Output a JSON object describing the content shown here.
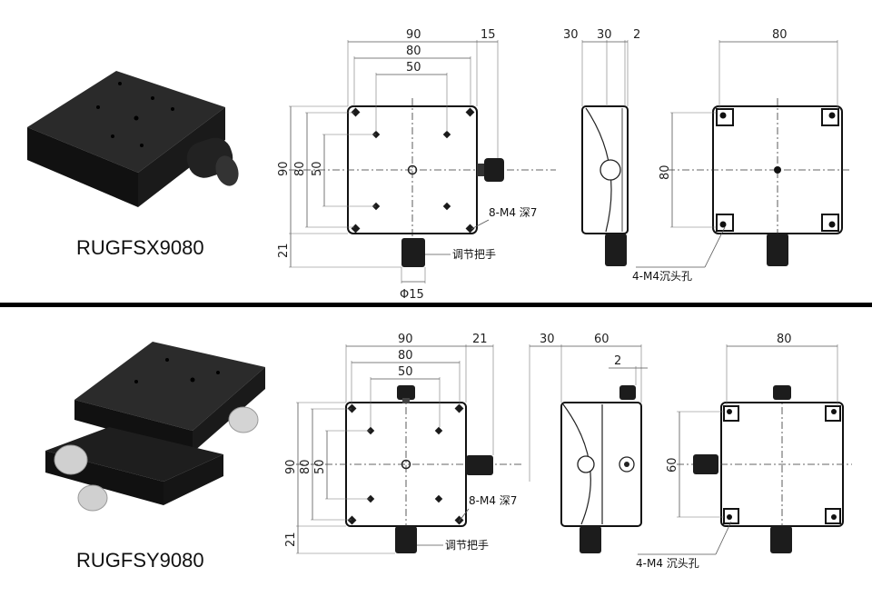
{
  "sections": [
    {
      "model": "RUGFSX9080",
      "top_dims": [
        "90",
        "80",
        "50",
        "15"
      ],
      "left_dims": [
        "90",
        "80",
        "50",
        "21"
      ],
      "side_dims": [
        "30",
        "30",
        "2"
      ],
      "bottom_view_dims": [
        "80",
        "80"
      ],
      "callout_threads": "8-M4 深7",
      "callout_knob": "调节把手",
      "knob_diameter": "Φ15",
      "callout_countersunk": "4-M4沉头孔"
    },
    {
      "model": "RUGFSY9080",
      "top_dims": [
        "90",
        "80",
        "50",
        "21"
      ],
      "left_dims": [
        "90",
        "80",
        "50",
        "21"
      ],
      "side_dims": [
        "30",
        "60",
        "2"
      ],
      "bottom_view_dims": [
        "80",
        "60"
      ],
      "callout_threads": "8-M4 深7",
      "callout_knob": "调节把手",
      "callout_countersunk": "4-M4 沉头孔"
    }
  ],
  "colors": {
    "stage_body": "#1a1a1a",
    "knob": "#2b2b2b",
    "divider": "#000000",
    "knurl_silver": "#cfcfcf"
  }
}
